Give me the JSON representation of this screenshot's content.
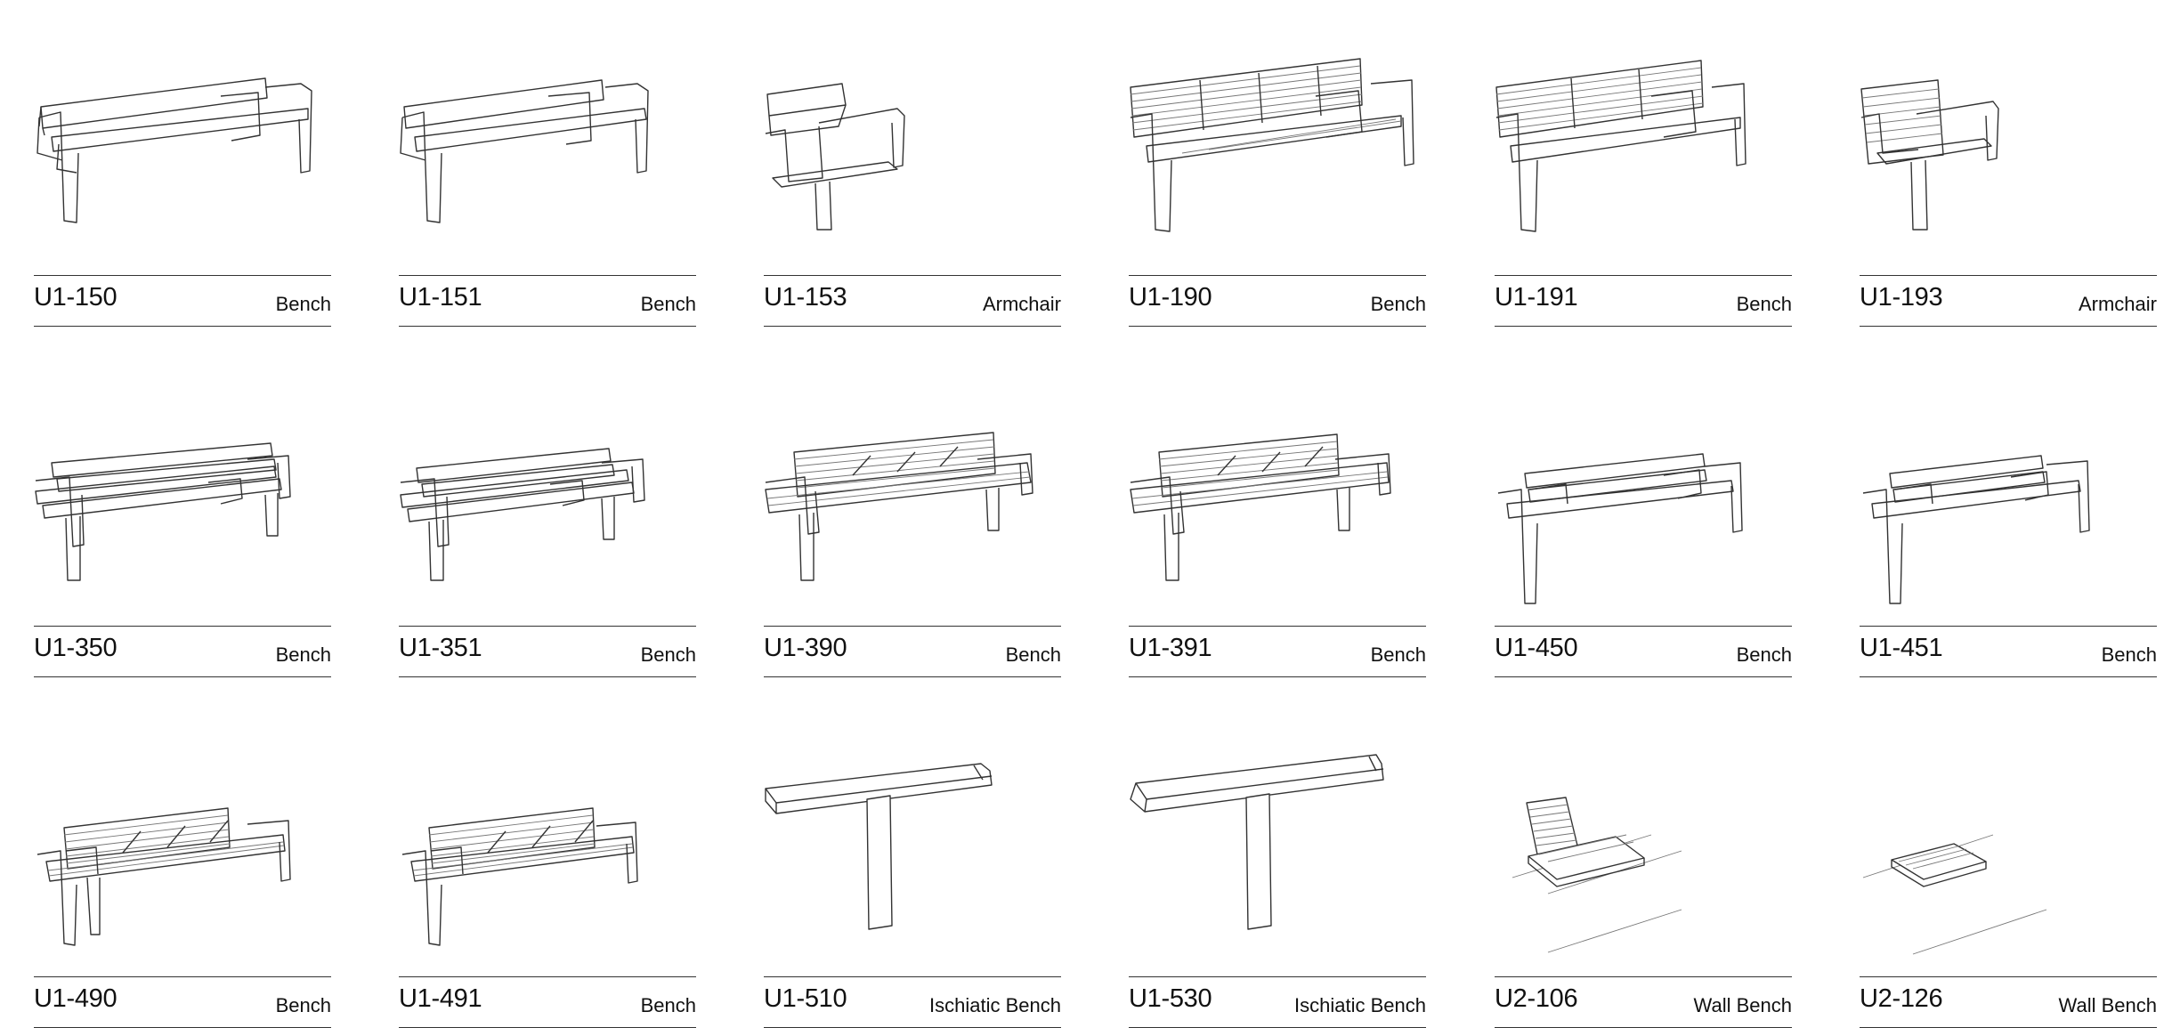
{
  "products": [
    {
      "code": "U1-150",
      "type": "Bench",
      "icon": "bench-armrest-icon"
    },
    {
      "code": "U1-151",
      "type": "Bench",
      "icon": "bench-armrest-icon"
    },
    {
      "code": "U1-153",
      "type": "Armchair",
      "icon": "armchair-icon"
    },
    {
      "code": "U1-190",
      "type": "Bench",
      "icon": "slatted-bench-icon"
    },
    {
      "code": "U1-191",
      "type": "Bench",
      "icon": "slatted-bench-icon"
    },
    {
      "code": "U1-193",
      "type": "Armchair",
      "icon": "slatted-armchair-icon"
    },
    {
      "code": "U1-350",
      "type": "Bench",
      "icon": "double-bench-icon"
    },
    {
      "code": "U1-351",
      "type": "Bench",
      "icon": "double-bench-icon"
    },
    {
      "code": "U1-390",
      "type": "Bench",
      "icon": "double-slatted-bench-icon"
    },
    {
      "code": "U1-391",
      "type": "Bench",
      "icon": "double-slatted-bench-icon"
    },
    {
      "code": "U1-450",
      "type": "Bench",
      "icon": "double-bench-icon"
    },
    {
      "code": "U1-451",
      "type": "Bench",
      "icon": "double-bench-icon"
    },
    {
      "code": "U1-490",
      "type": "Bench",
      "icon": "double-slatted-bench-icon"
    },
    {
      "code": "U1-491",
      "type": "Bench",
      "icon": "double-slatted-bench-icon"
    },
    {
      "code": "U1-510",
      "type": "Ischiatic Bench",
      "icon": "ischiatic-bench-icon"
    },
    {
      "code": "U1-530",
      "type": "Ischiatic Bench",
      "icon": "ischiatic-bench-icon"
    },
    {
      "code": "U2-106",
      "type": "Wall Bench",
      "icon": "wall-bench-icon"
    },
    {
      "code": "U2-126",
      "type": "Wall Bench",
      "icon": "wall-seat-icon"
    }
  ]
}
